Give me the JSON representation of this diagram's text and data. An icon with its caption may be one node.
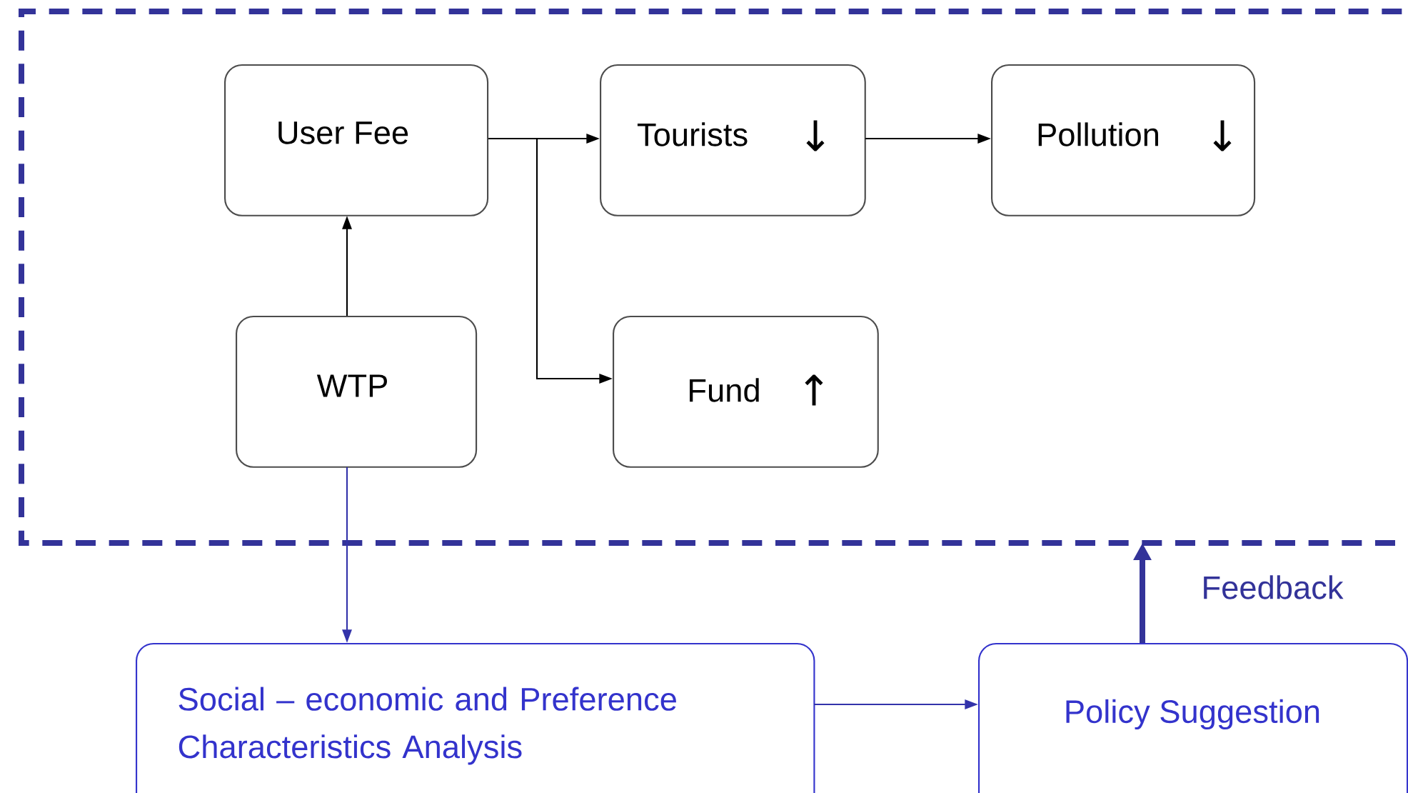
{
  "diagram": {
    "nodes": [
      {
        "text": [],
        "shape": "box"
      },
      {
        "text": [
          "User Fee"
        ],
        "in": 0
      },
      {
        "text": [
          "Tourists",
          "↓"
        ],
        "in": 0
      },
      {
        "text": [
          "Pollution",
          "↓"
        ],
        "in": 0
      },
      {
        "text": [
          "WTP"
        ],
        "in": 0
      },
      {
        "text": [
          "Fund",
          "↑"
        ],
        "in": 0
      },
      {
        "text": [
          "Social – economic and Preference Characteristics Analysis"
        ]
      },
      {
        "text": [
          "Policy Suggestion"
        ]
      }
    ],
    "edges": [
      {
        "from": 4,
        "to": 1,
        "arrow": "to"
      },
      {
        "from": 1,
        "to": 2,
        "arrow": "to"
      },
      {
        "from": 1,
        "to": 5,
        "arrow": "to"
      },
      {
        "from": 2,
        "to": 3,
        "arrow": "to"
      },
      {
        "from": 4,
        "to": 6,
        "arrow": "to",
        "color": "#3333aa"
      },
      {
        "from": 6,
        "to": 7,
        "arrow": "to",
        "color": "#3333aa"
      },
      {
        "from": 7,
        "to": 0,
        "arrow": "to",
        "label": "Feedback",
        "style": "thick",
        "color": "#333399"
      }
    ]
  }
}
